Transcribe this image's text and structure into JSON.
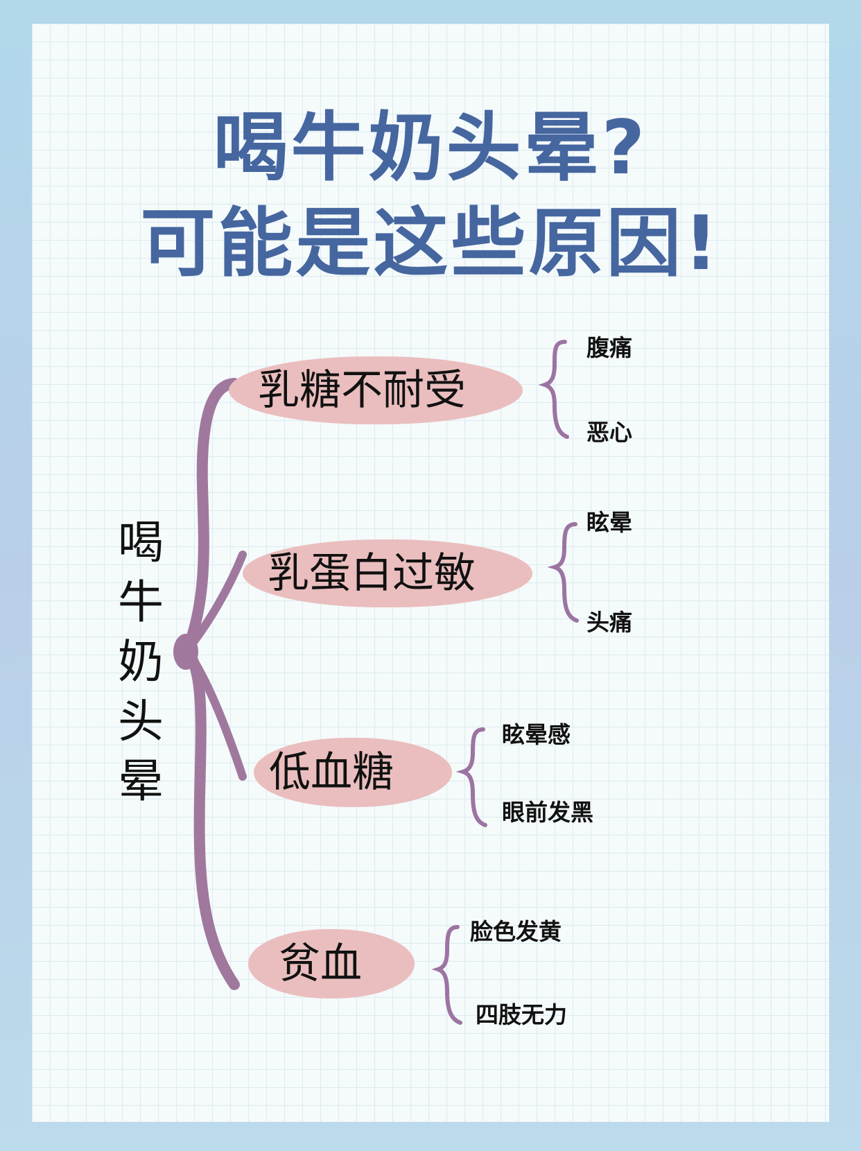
{
  "title": {
    "line1": "喝牛奶头晕?",
    "line2": "可能是这些原因!"
  },
  "root": {
    "chars": [
      "喝",
      "牛",
      "奶",
      "头",
      "晕"
    ]
  },
  "branches": [
    {
      "label": "乳糖不耐受",
      "symptoms": [
        "腹痛",
        "恶心"
      ]
    },
    {
      "label": "乳蛋白过敏",
      "symptoms": [
        "眩晕",
        "头痛"
      ]
    },
    {
      "label": "低血糖",
      "symptoms": [
        "眩晕感",
        "眼前发黑"
      ]
    },
    {
      "label": "贫血",
      "symptoms": [
        "脸色发黄",
        "四肢无力"
      ]
    }
  ],
  "colors": {
    "title": "#45669f",
    "pill": "#eabebe",
    "branch": "#a0789e",
    "bracket": "#9c74a2"
  }
}
